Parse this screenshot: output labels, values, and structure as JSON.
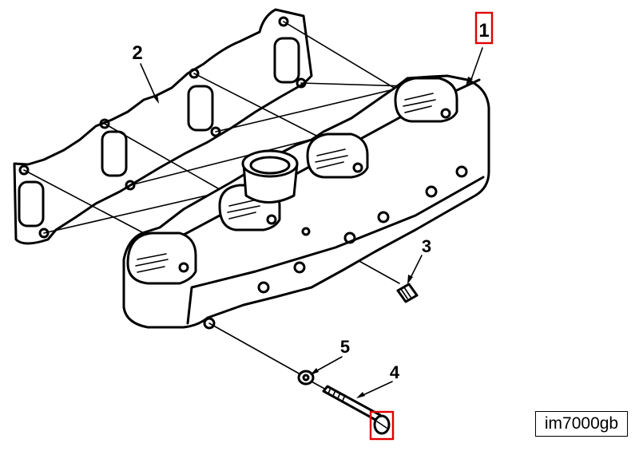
{
  "diagram": {
    "callouts": [
      {
        "id": "1",
        "label": "1",
        "highlighted": true
      },
      {
        "id": "2",
        "label": "2",
        "highlighted": false
      },
      {
        "id": "3",
        "label": "3",
        "highlighted": false
      },
      {
        "id": "4",
        "label": "4",
        "highlighted": false
      },
      {
        "id": "5",
        "label": "5",
        "highlighted": false
      }
    ],
    "figure_id": "im7000gb",
    "highlight_color": "#e00000",
    "line_color": "#000000"
  }
}
